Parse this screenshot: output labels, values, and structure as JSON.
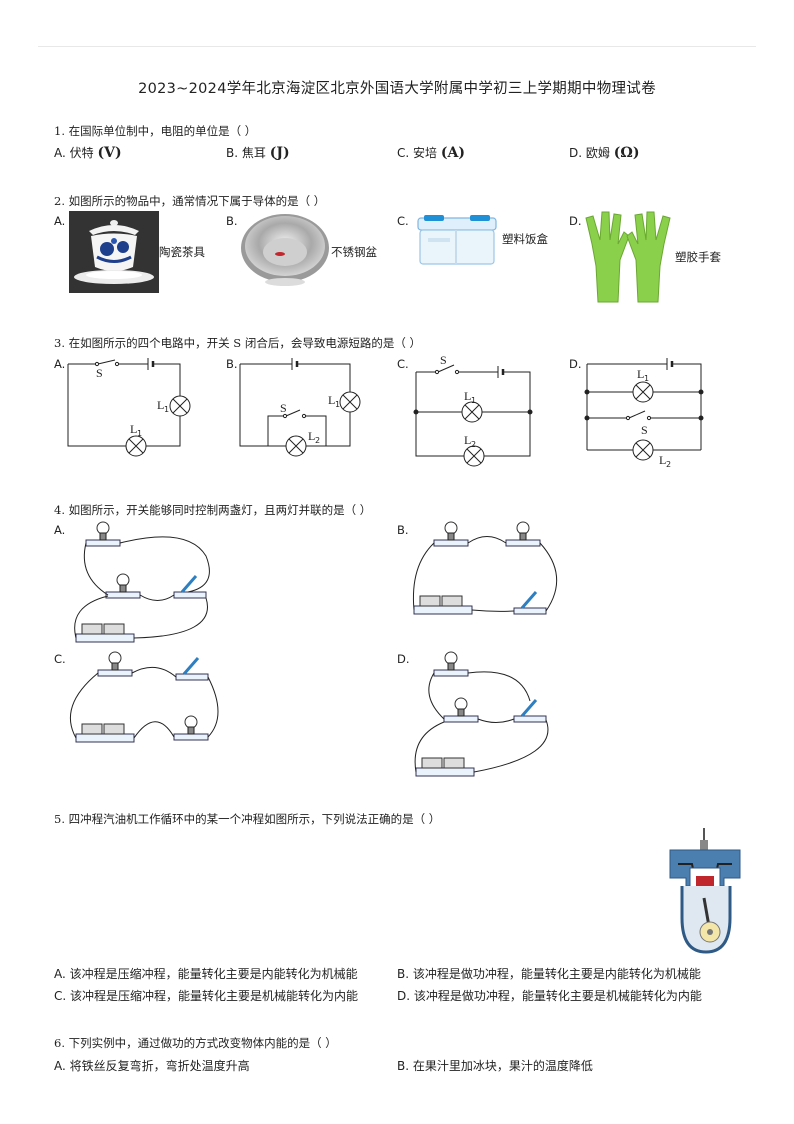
{
  "title": "2023~2024学年北京海淀区北京外国语大学附属中学初三上学期期中物理试卷",
  "q1": {
    "text": "1.  在国际单位制中，电阻的单位是（      ）",
    "options": [
      {
        "letter": "A.",
        "name": "伏特",
        "unit": "(V)"
      },
      {
        "letter": "B.",
        "name": "焦耳",
        "unit": "(J)"
      },
      {
        "letter": "C.",
        "name": "安培",
        "unit": "(A)"
      },
      {
        "letter": "D.",
        "name": "欧姆",
        "unit": "(Ω)"
      }
    ]
  },
  "q2": {
    "text": "2.  如图所示的物品中，通常情况下属于导体的是（      ）",
    "options": [
      {
        "letter": "A.",
        "caption": "陶瓷茶具"
      },
      {
        "letter": "B.",
        "caption": "不锈钢盆"
      },
      {
        "letter": "C.",
        "caption": "塑料饭盒"
      },
      {
        "letter": "D.",
        "caption": "塑胶手套"
      }
    ]
  },
  "q3": {
    "text": "3.  在如图所示的四个电路中，开关  S  闭合后，会导致电源短路的是（      ）",
    "letters": [
      "A.",
      "B.",
      "C.",
      "D."
    ],
    "labels": {
      "s": "S",
      "l": "L",
      "one": "1",
      "two": "2"
    }
  },
  "q4": {
    "text": "4.  如图所示，开关能够同时控制两盏灯，且两灯并联的是（      ）",
    "letters": [
      "A.",
      "B.",
      "C.",
      "D."
    ]
  },
  "q5": {
    "text": "5.  四冲程汽油机工作循环中的某一个冲程如图所示，下列说法正确的是（      ）",
    "options": [
      "A. 该冲程是压缩冲程，能量转化主要是内能转化为机械能",
      "B. 该冲程是做功冲程，能量转化主要是内能转化为机械能",
      "C. 该冲程是压缩冲程，能量转化主要是机械能转化为内能",
      "D. 该冲程是做功冲程，能量转化主要是机械能转化为内能"
    ]
  },
  "q6": {
    "text": "6.  下列实例中，通过做功的方式改变物体内能的是（      ）",
    "options": [
      "A. 将铁丝反复弯折，弯折处温度升高",
      "B. 在果汁里加冰块，果汁的温度降低"
    ]
  },
  "colors": {
    "glove": "#8bd04a",
    "bowl": "#b9b9b9",
    "porcelain_blue": "#1e3f8c",
    "flame": "#c0272d",
    "engine": "#4a7fb0"
  },
  "icons": [
    "teacup-image",
    "steel-bowl-image",
    "plastic-lunchbox-image",
    "rubber-glove-image",
    "engine-diagram"
  ]
}
